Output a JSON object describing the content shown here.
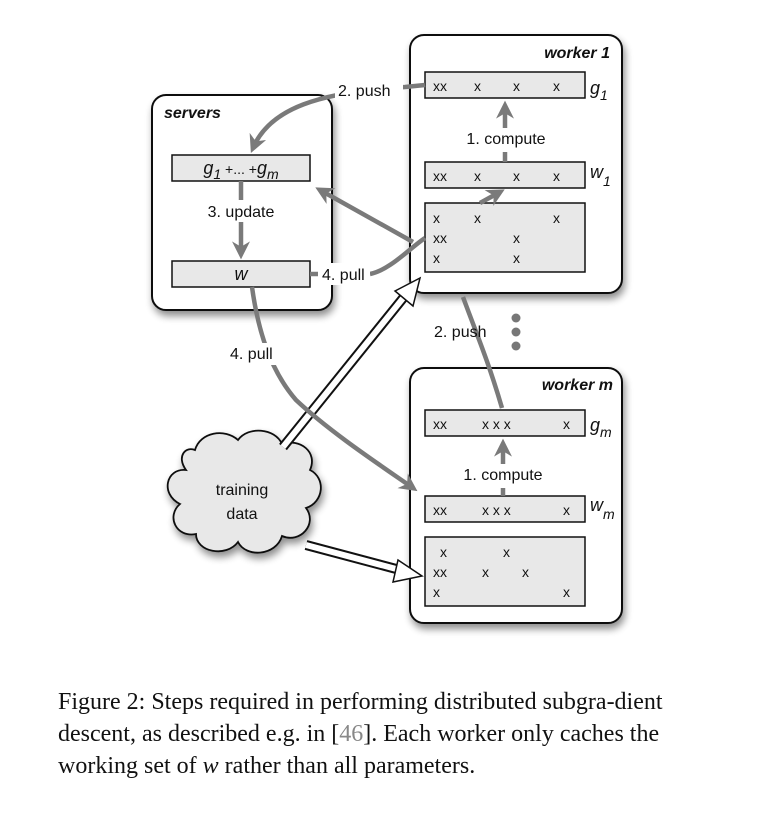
{
  "diagram": {
    "servers": {
      "title": "servers",
      "sum_box": {
        "g1": "g",
        "g1_sub": "1",
        "mid": " +... +",
        "gm": "g",
        "gm_sub": "m"
      },
      "w_box": "w"
    },
    "worker1": {
      "title": "worker 1",
      "g_row": [
        "xx",
        "x",
        "x",
        "x"
      ],
      "g_label": "g",
      "g_sub": "1",
      "w_row": [
        "xx",
        "x",
        "x",
        "x"
      ],
      "w_label": "w",
      "w_sub": "1",
      "data_rows": [
        [
          "x",
          "x",
          "",
          "x"
        ],
        [
          "xx",
          "",
          "x",
          ""
        ],
        [
          "x",
          "",
          "x",
          ""
        ]
      ],
      "compute_label": "1. compute"
    },
    "workerm": {
      "title": "worker m",
      "g_row": [
        "xx",
        "x x x",
        "x"
      ],
      "g_label": "g",
      "g_sub": "m",
      "w_row": [
        "xx",
        "x x x",
        "x"
      ],
      "w_label": "w",
      "w_sub": "m",
      "data_rows": [
        [
          " x",
          "x",
          ""
        ],
        [
          "xx",
          "x",
          "x"
        ],
        [
          "x",
          "",
          "x"
        ]
      ],
      "compute_label": "1. compute"
    },
    "edges": {
      "push1": "2. push",
      "pushm": "2. push",
      "update": "3. update",
      "pull1": "4. pull",
      "pullm": "4. pull"
    },
    "training_data": {
      "line1": "training",
      "line2": "data"
    }
  },
  "caption": {
    "prefix": "Figure 2: Steps required in performing distributed subgra-dient descent, as described e.g. in [",
    "ref": "46",
    "middle": "]. Each worker only caches the working set of ",
    "var": "w",
    "suffix": " rather than all parameters."
  }
}
